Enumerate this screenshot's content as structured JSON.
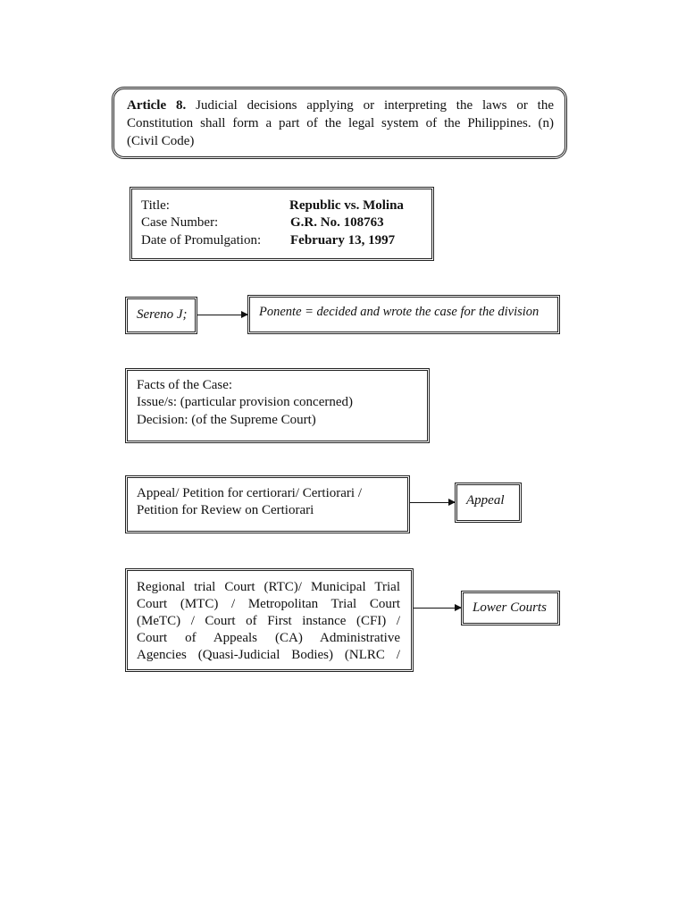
{
  "article": {
    "label": "Article 8.",
    "line1": "Judicial decisions applying or interpreting the laws or the",
    "line2": "Constitution shall form a part of the legal system of the Philippines. (n)",
    "line3": "(Civil Code)"
  },
  "case_info": {
    "title_label": "Title:",
    "title_value": "Republic vs. Molina",
    "case_number_label": "Case Number:",
    "case_number_value": "G.R. No. 108763",
    "date_label": "Date of Promulgation:",
    "date_value": "February 13, 1997"
  },
  "ponente": {
    "justice": "Sereno J;",
    "meaning": "Ponente = decided and wrote the case for the division"
  },
  "parts": {
    "facts": "Facts of the Case:",
    "issues": "Issue/s: (particular provision concerned)",
    "decision": "Decision: (of the Supreme Court)"
  },
  "appeal": {
    "line1": "Appeal/ Petition for certiorari/ Certiorari /",
    "line2": "Petition for Review on Certiorari",
    "target": "Appeal"
  },
  "lower_courts": {
    "line1": "Regional trial Court (RTC)/ Municipal Trial",
    "line2": "Court (MTC) / Metropolitan Trial Court",
    "line3": "(MeTC) / Court of First instance (CFI) /",
    "line4": "Court of Appeals (CA) Administrative",
    "line5": "Agencies (Quasi-Judicial Bodies) (NLRC /",
    "target": "Lower Courts"
  }
}
